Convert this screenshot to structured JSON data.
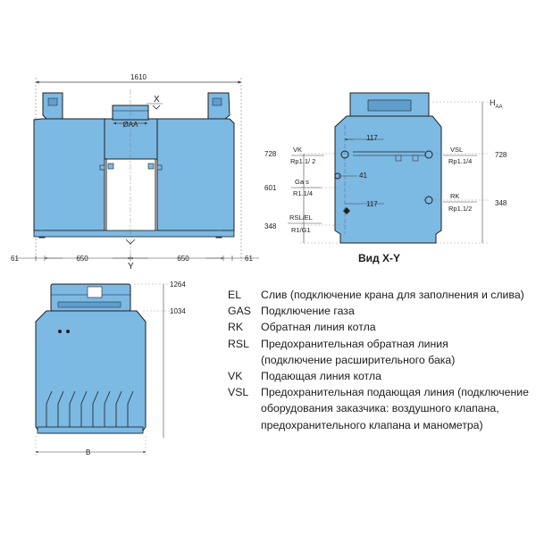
{
  "colors": {
    "body": "#7cb9e3",
    "outline": "#1f1f1f",
    "panel": "#ffffff",
    "dim_line": "#444444"
  },
  "front_view": {
    "total_width": "1610",
    "flue_label": "ØAA",
    "section_x": "X",
    "section_y": "Y",
    "bottom_dims": [
      "61",
      "650",
      "650",
      "61"
    ]
  },
  "side_view": {
    "title": "Вид X-Y",
    "height_label": "H",
    "height_subscript": "AA",
    "left_heights": [
      "728",
      "601",
      "348"
    ],
    "right_heights": [
      "728",
      "348"
    ],
    "offset_117_top": "117",
    "offset_41": "41",
    "offset_117_bottom": "117",
    "connections": {
      "vk": "VK",
      "vk_size": "Rp1.1/ 2",
      "gas": "Ga s",
      "gas_size": "R1.1/4",
      "rsl_el": "RSL/EL",
      "rsl_el_size": "R1/G1",
      "vsl": "VSL",
      "vsl_size": "Rp1.1/4",
      "rk": "RK",
      "rk_size": "Rp1.1/2"
    }
  },
  "lower_view": {
    "top_height": "1264",
    "body_height": "1034",
    "width_label": "B"
  },
  "legend": [
    {
      "code": "EL",
      "text": "Слив (подключение крана для заполнения и слива)"
    },
    {
      "code": "GAS",
      "text": "Подключение газа"
    },
    {
      "code": "RK",
      "text": "Обратная линия котла"
    },
    {
      "code": "RSL",
      "text": "Предохранительная обратная линия\n(подключение расширительного бака)"
    },
    {
      "code": "VK",
      "text": "Подающая линия котла"
    },
    {
      "code": "VSL",
      "text": "Предохранительная подающая линия (подключение\nоборудования заказчика: воздушного клапана,\nпредохранительного клапана и манометра)"
    }
  ]
}
